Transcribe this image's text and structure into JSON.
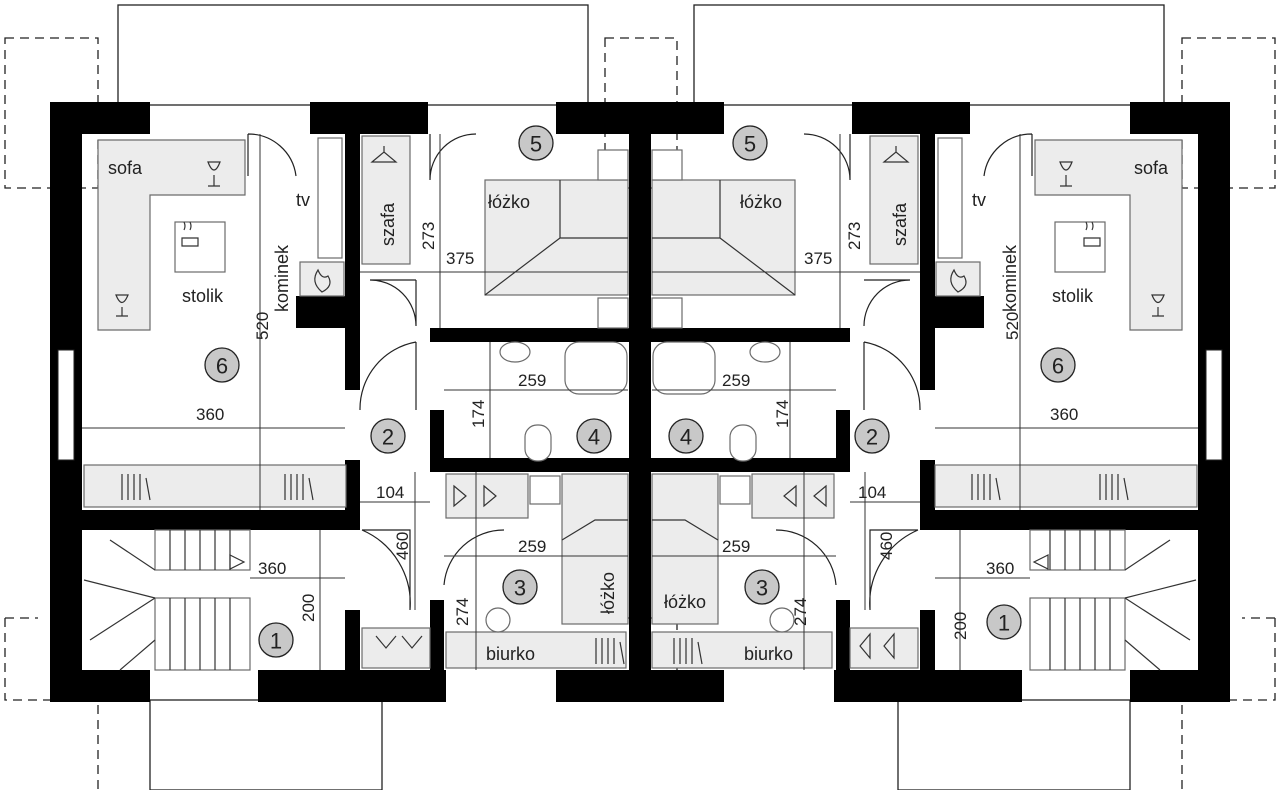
{
  "rooms": {
    "sofa": "sofa",
    "stolik": "stolik",
    "kominek": "kominek",
    "tv": "tv",
    "szafa": "szafa",
    "lozko": "łóżko",
    "biurko": "biurko"
  },
  "room_numbers": {
    "n1": "1",
    "n2": "2",
    "n3": "3",
    "n4": "4",
    "n5": "5",
    "n6": "6"
  },
  "dimensions": {
    "d520": "520",
    "d360": "360",
    "d273": "273",
    "d375": "375",
    "d259": "259",
    "d174": "174",
    "d104": "104",
    "d460": "460",
    "d274": "274",
    "d200": "200"
  }
}
